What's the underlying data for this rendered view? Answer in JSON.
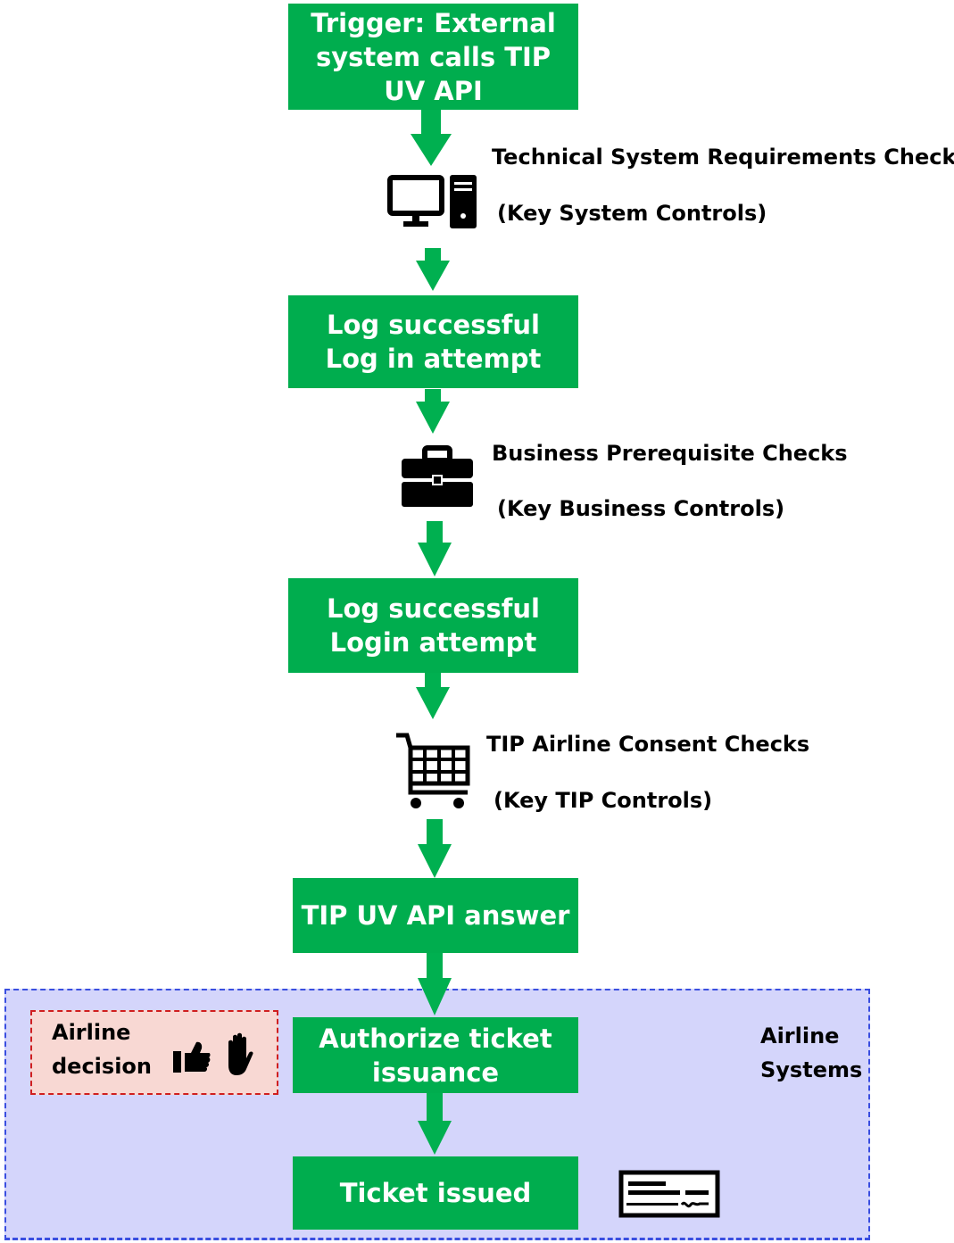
{
  "steps": {
    "trigger": "Trigger: External\nsystem calls TIP\nUV API",
    "log_login_1": "Log successful\nLog in attempt",
    "log_login_2": "Log successful\nLogin attempt",
    "api_answer": "TIP UV API answer",
    "authorize": "Authorize ticket\nissuance",
    "ticket_issued": "Ticket issued"
  },
  "checks": {
    "technical": {
      "title": "Technical System Requirements Checks",
      "subtitle": "(Key System Controls)",
      "icon": "computer-icon"
    },
    "business": {
      "title": "Business Prerequisite Checks",
      "subtitle": "(Key Business Controls)",
      "icon": "briefcase-icon"
    },
    "consent": {
      "title": "TIP Airline Consent Checks",
      "subtitle": "(Key TIP Controls)",
      "icon": "shopping-cart-icon"
    }
  },
  "airline_zone": {
    "label": "Airline\nSystems"
  },
  "airline_decision": {
    "label": "Airline\ndecision",
    "icons": [
      "thumbs-up-icon",
      "stop-hand-icon"
    ]
  },
  "ticket_icon": "ticket-icon",
  "colors": {
    "step_fill": "#00ad4e",
    "arrow": "#00b050",
    "zone_fill": "#d4d5fb",
    "zone_border": "#3a4fe0",
    "decision_fill": "#f8d8d3",
    "decision_border": "#d01f1f"
  }
}
